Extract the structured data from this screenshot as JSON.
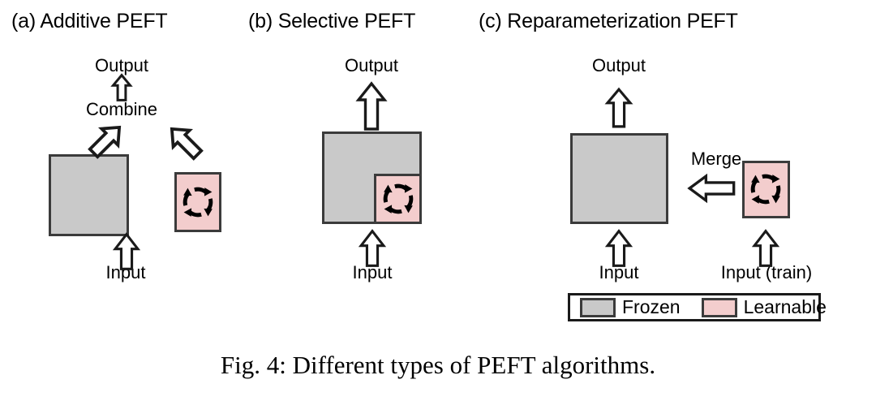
{
  "figure": {
    "caption": "Fig. 4: Different types of PEFT algorithms.",
    "colors": {
      "frozen_fill": "#c9c9c9",
      "learnable_fill": "#f3cdcd",
      "stroke": "#3b3b3b",
      "background": "#ffffff",
      "text": "#000000"
    }
  },
  "panels": [
    {
      "id": "a",
      "title": "(a) Additive PEFT",
      "output_label": "Output",
      "combine_label": "Combine",
      "input_label": "Input",
      "frozen_block": "frozen-module",
      "learnable_block": "learnable-module",
      "learnable_icon": "cycle-arrows-icon"
    },
    {
      "id": "b",
      "title": "(b) Selective PEFT",
      "output_label": "Output",
      "input_label": "Input",
      "frozen_block": "frozen-module",
      "learnable_block": "learnable-submodule",
      "learnable_icon": "cycle-arrows-icon"
    },
    {
      "id": "c",
      "title": "(c) Reparameterization PEFT",
      "output_label": "Output",
      "merge_label": "Merge",
      "input_label": "Input",
      "input_train_label": "Input (train)",
      "frozen_block": "frozen-module",
      "learnable_block": "learnable-module",
      "learnable_icon": "cycle-arrows-icon"
    }
  ],
  "legend": {
    "items": [
      {
        "label": "Frozen",
        "color": "#c9c9c9"
      },
      {
        "label": "Learnable",
        "color": "#f3cdcd"
      }
    ]
  }
}
